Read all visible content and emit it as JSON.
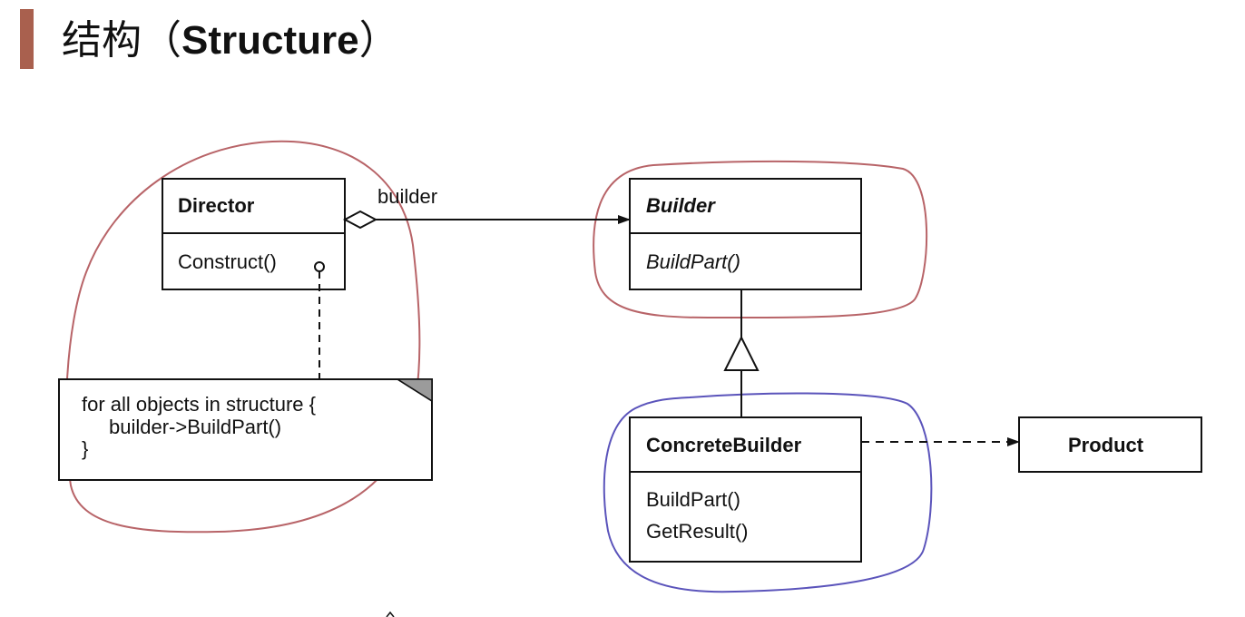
{
  "title": {
    "cn": "结构",
    "open_paren": "（",
    "en": "Structure",
    "close_paren": "）"
  },
  "colors": {
    "title_bar": "#a9604e",
    "red_annotation": "#b86468",
    "blue_annotation": "#5b54bb"
  },
  "diagram": {
    "director": {
      "name": "Director",
      "method": "Construct()"
    },
    "association_label": "builder",
    "builder": {
      "name": "Builder",
      "method": "BuildPart()"
    },
    "concrete_builder": {
      "name": "ConcreteBuilder",
      "methods": [
        "BuildPart()",
        "GetResult()"
      ]
    },
    "product": {
      "name": "Product"
    },
    "note": {
      "lines": [
        "for all objects in structure {",
        "builder->BuildPart()",
        "}"
      ]
    }
  }
}
